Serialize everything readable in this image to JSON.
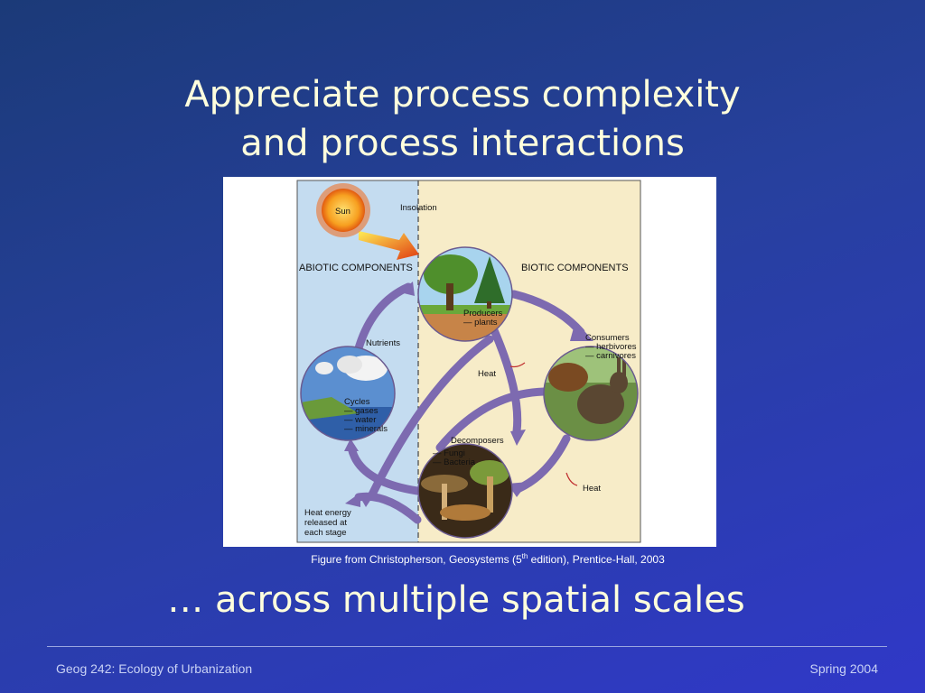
{
  "slide": {
    "title_line1": "Appreciate process complexity",
    "title_line2": "and process interactions",
    "subtitle": "… across multiple spatial scales",
    "caption_pre": "Figure from Christopherson, Geosystems (5",
    "caption_sup": "th",
    "caption_post": " edition), Prentice-Hall, 2003",
    "footer_left": "Geog 242:  Ecology of Urbanization",
    "footer_right": "Spring 2004"
  },
  "diagram": {
    "sun": "Sun",
    "insolation": "Insolation",
    "abiotic": "ABIOTIC COMPONENTS",
    "biotic": "BIOTIC COMPONENTS",
    "producers": "Producers",
    "producers_sub": "— plants",
    "nutrients": "Nutrients",
    "heat_center": "Heat",
    "consumers": "Consumers",
    "consumers_sub1": "— herbivores",
    "consumers_sub2": "— carnivores",
    "cycles": "Cycles",
    "cycles_sub1": "— gases",
    "cycles_sub2": "— water",
    "cycles_sub3": "— minerals",
    "decomposers": "Decomposers",
    "decomposers_sub1": "— Fungi",
    "decomposers_sub2": "— Bacteria",
    "heat_right": "Heat",
    "heat_energy_1": "Heat energy",
    "heat_energy_2": "released at",
    "heat_energy_3": "each stage"
  },
  "colors": {
    "abiotic_panel": "#c4dcf0",
    "biotic_panel": "#f7ecc8",
    "arrow": "#7d6ab0",
    "title_text": "#ffffdd"
  }
}
